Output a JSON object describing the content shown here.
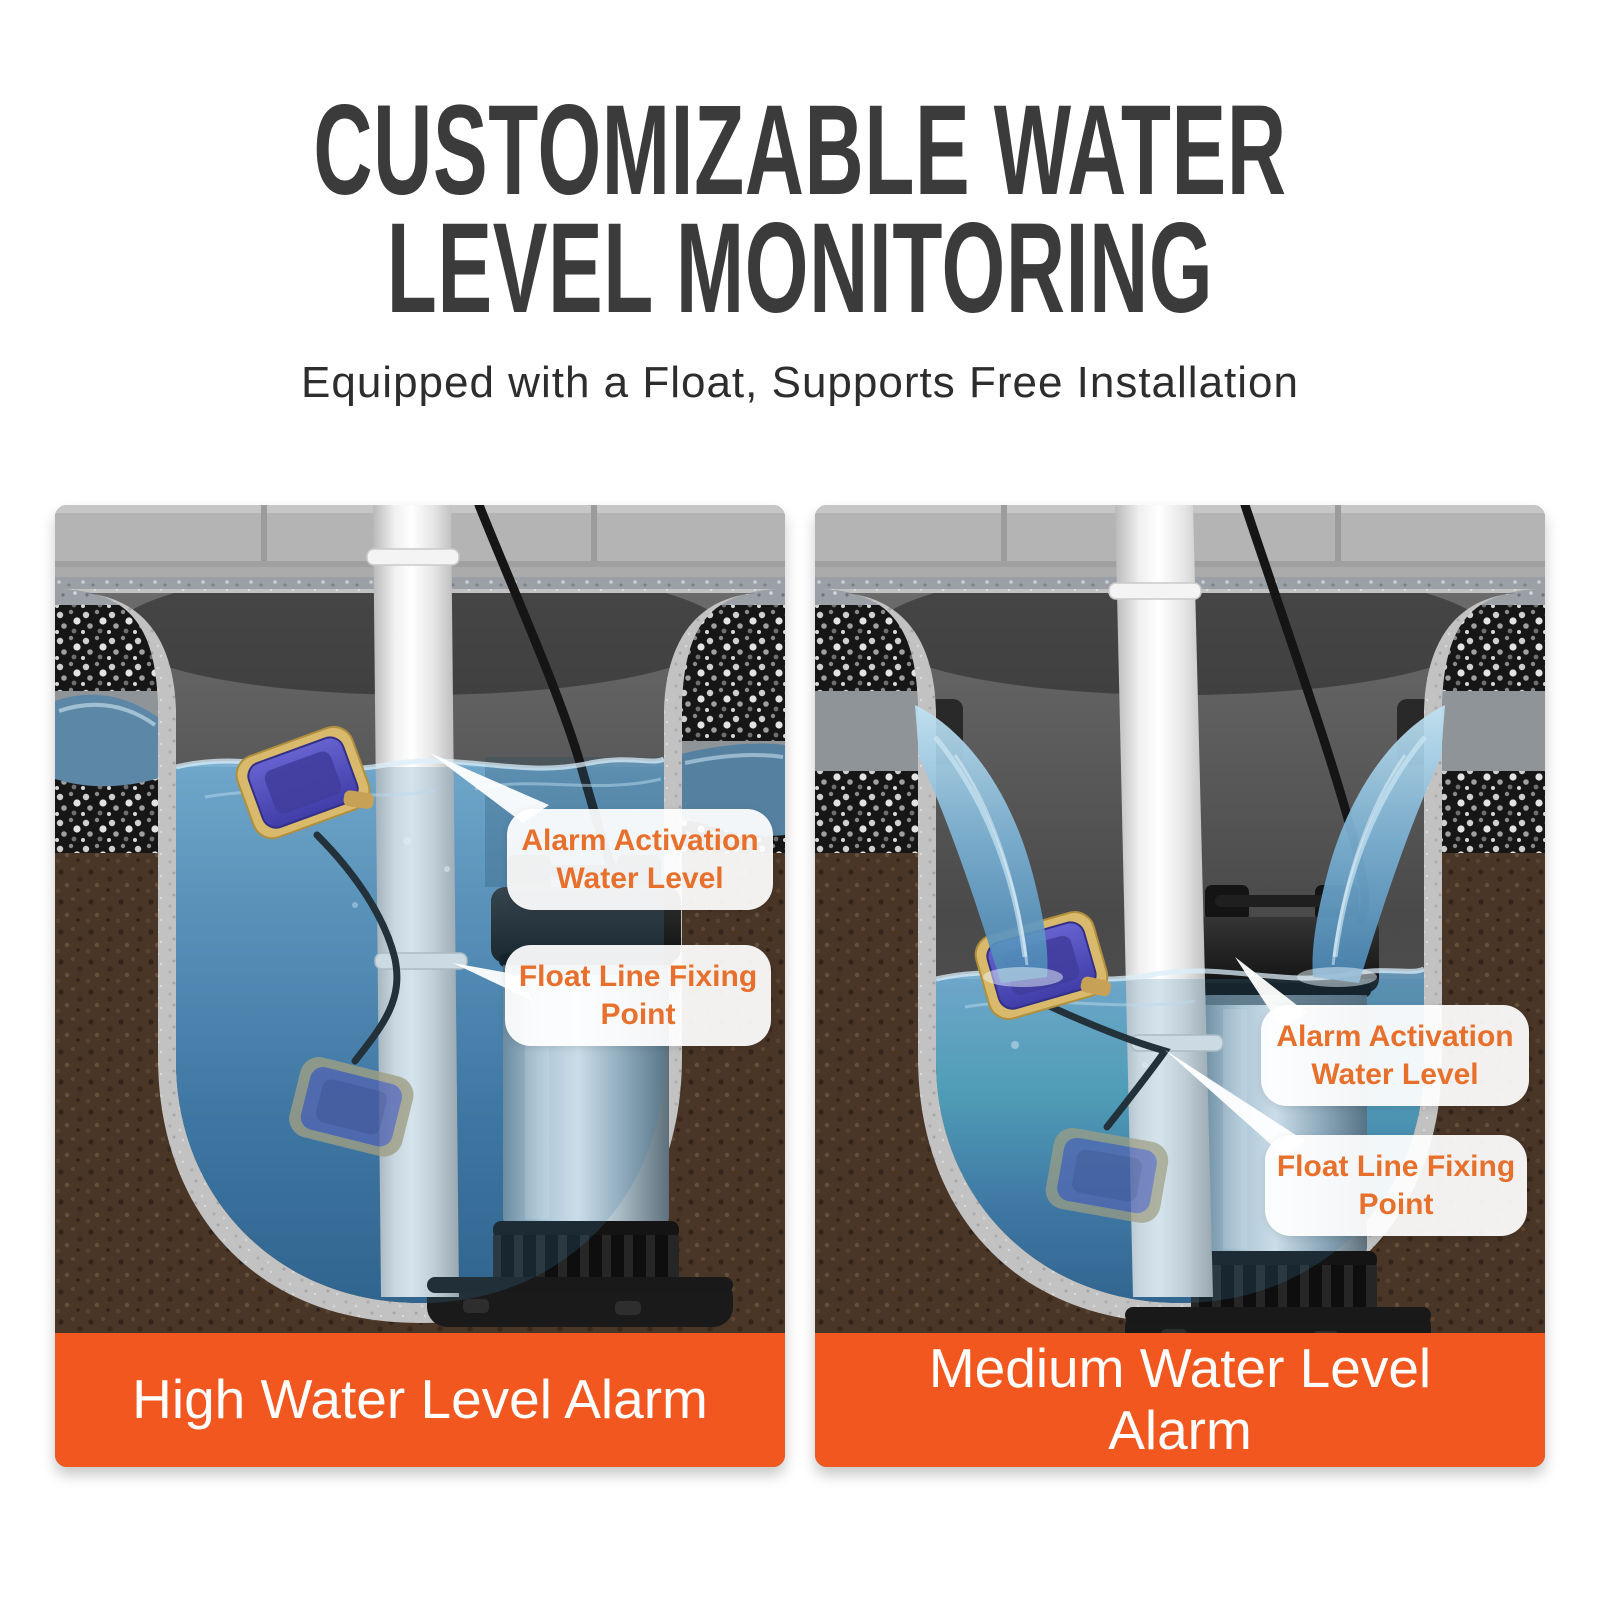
{
  "header": {
    "title_line1": "CUSTOMIZABLE WATER",
    "title_line2": "LEVEL MONITORING",
    "subtitle": "Equipped with a Float, Supports Free Installation"
  },
  "panels": [
    {
      "id": "high-water-level",
      "caption": "High Water Level Alarm",
      "callouts": [
        {
          "text": "Alarm Activation\nWater Level"
        },
        {
          "text": "Float Line Fixing\nPoint"
        }
      ]
    },
    {
      "id": "medium-water-level",
      "caption": "Medium Water Level\nAlarm",
      "callouts": [
        {
          "text": "Alarm Activation\nWater Level"
        },
        {
          "text": "Float Line Fixing\nPoint"
        }
      ]
    }
  ],
  "colors": {
    "title_gray": "#3b3b3b",
    "subtitle_gray": "#2d2d2d",
    "accent_orange_band": "#f1571e",
    "callout_text_orange": "#e7702d",
    "caption_text": "#ffffff",
    "water_blue": "#4d86b0",
    "float_blue": "#4c49b0",
    "float_tan": "#d9b96c",
    "pipe_white": "#f2f2f2"
  }
}
